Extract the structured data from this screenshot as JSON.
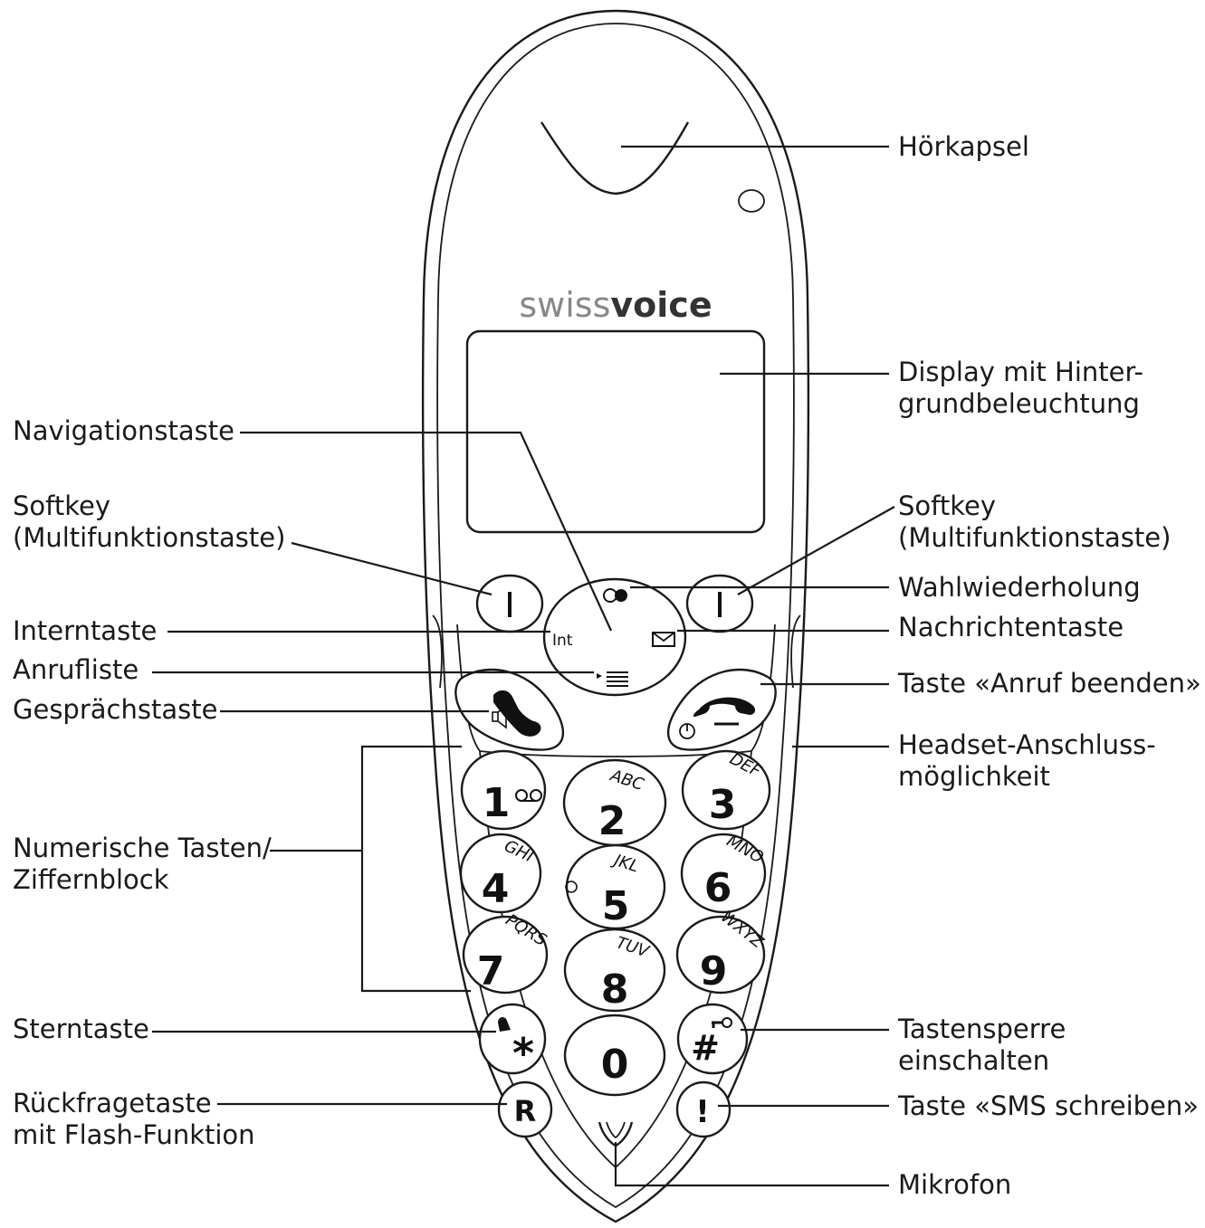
{
  "brand": {
    "part1": "swiss",
    "part2": "voice"
  },
  "labels": {
    "hoerkapsel": [
      "Hörkapsel"
    ],
    "display": [
      "Display mit Hinter-",
      "grundbeleuchtung"
    ],
    "navigationstaste": [
      "Navigationstaste"
    ],
    "softkey_left": [
      "Softkey",
      "(Multifunktionstaste)"
    ],
    "softkey_right": [
      "Softkey",
      "(Multifunktionstaste)"
    ],
    "wahlwiederholung": [
      "Wahlwiederholung"
    ],
    "interntaste": [
      "Interntaste"
    ],
    "nachrichtentaste": [
      "Nachrichtentaste"
    ],
    "anrufliste": [
      "Anrufliste"
    ],
    "gespraechstaste": [
      "Gesprächstaste"
    ],
    "anruf_beenden": [
      "Taste «Anruf beenden»"
    ],
    "headset": [
      "Headset-Anschluss-",
      "möglichkeit"
    ],
    "numerische": [
      "Numerische Tasten/",
      "Ziffernblock"
    ],
    "sterntaste": [
      "Sterntaste"
    ],
    "tastensperre": [
      "Tastensperre",
      "einschalten"
    ],
    "rueckfrage": [
      "Rückfragetaste",
      "mit Flash-Funktion"
    ],
    "sms": [
      "Taste «SMS schreiben»"
    ],
    "mikrofon": [
      "Mikrofon"
    ]
  },
  "nav_key": {
    "int_label": "Int"
  },
  "keypad": [
    {
      "num": "1",
      "letters": ""
    },
    {
      "num": "2",
      "letters": "ABC"
    },
    {
      "num": "3",
      "letters": "DEF"
    },
    {
      "num": "4",
      "letters": "GHI"
    },
    {
      "num": "5",
      "letters": "JKL"
    },
    {
      "num": "6",
      "letters": "MNO"
    },
    {
      "num": "7",
      "letters": "PQRS"
    },
    {
      "num": "8",
      "letters": "TUV"
    },
    {
      "num": "9",
      "letters": "WXYZ"
    },
    {
      "num": "0",
      "letters": ""
    }
  ],
  "special_keys": {
    "star": "*",
    "hash": "#",
    "r": "R",
    "sms": "!"
  }
}
